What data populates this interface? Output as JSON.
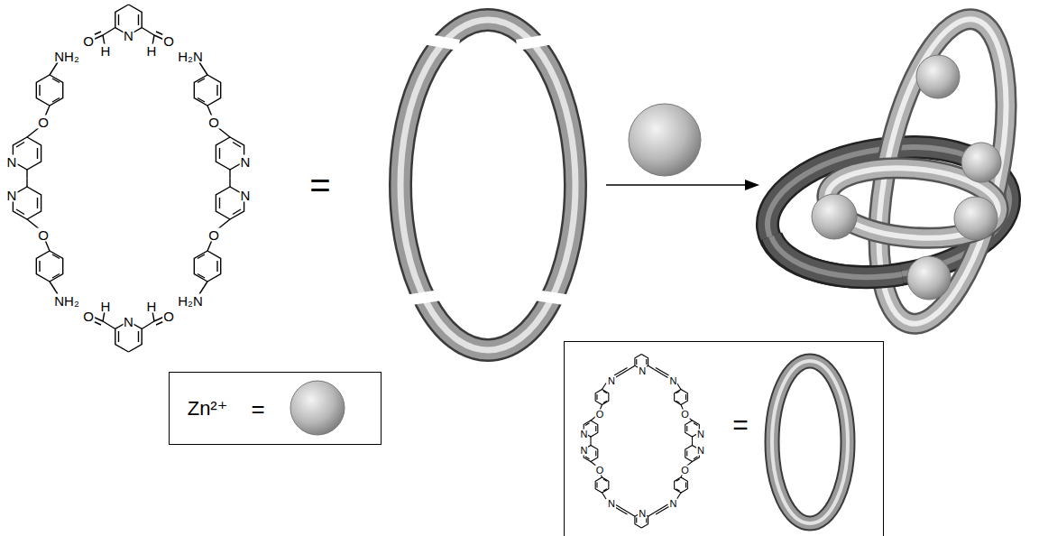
{
  "diagram": {
    "nodes": [
      {
        "text": [
          "Zn²⁺",
          "="
        ]
      },
      {
        "text": [
          "N",
          "N",
          "N",
          "O",
          "O",
          "N",
          "N",
          "N",
          "N",
          "O",
          "O",
          "N",
          "N",
          "N",
          "="
        ]
      }
    ],
    "labels": [
      "O",
      "H",
      "N",
      "H",
      "O",
      "NH₂",
      "H₂N",
      "O",
      "O",
      "N",
      "N",
      "N",
      "N",
      "O",
      "O",
      "NH₂",
      "H₂N",
      "H",
      "H",
      "O",
      "N",
      "O",
      "="
    ]
  }
}
